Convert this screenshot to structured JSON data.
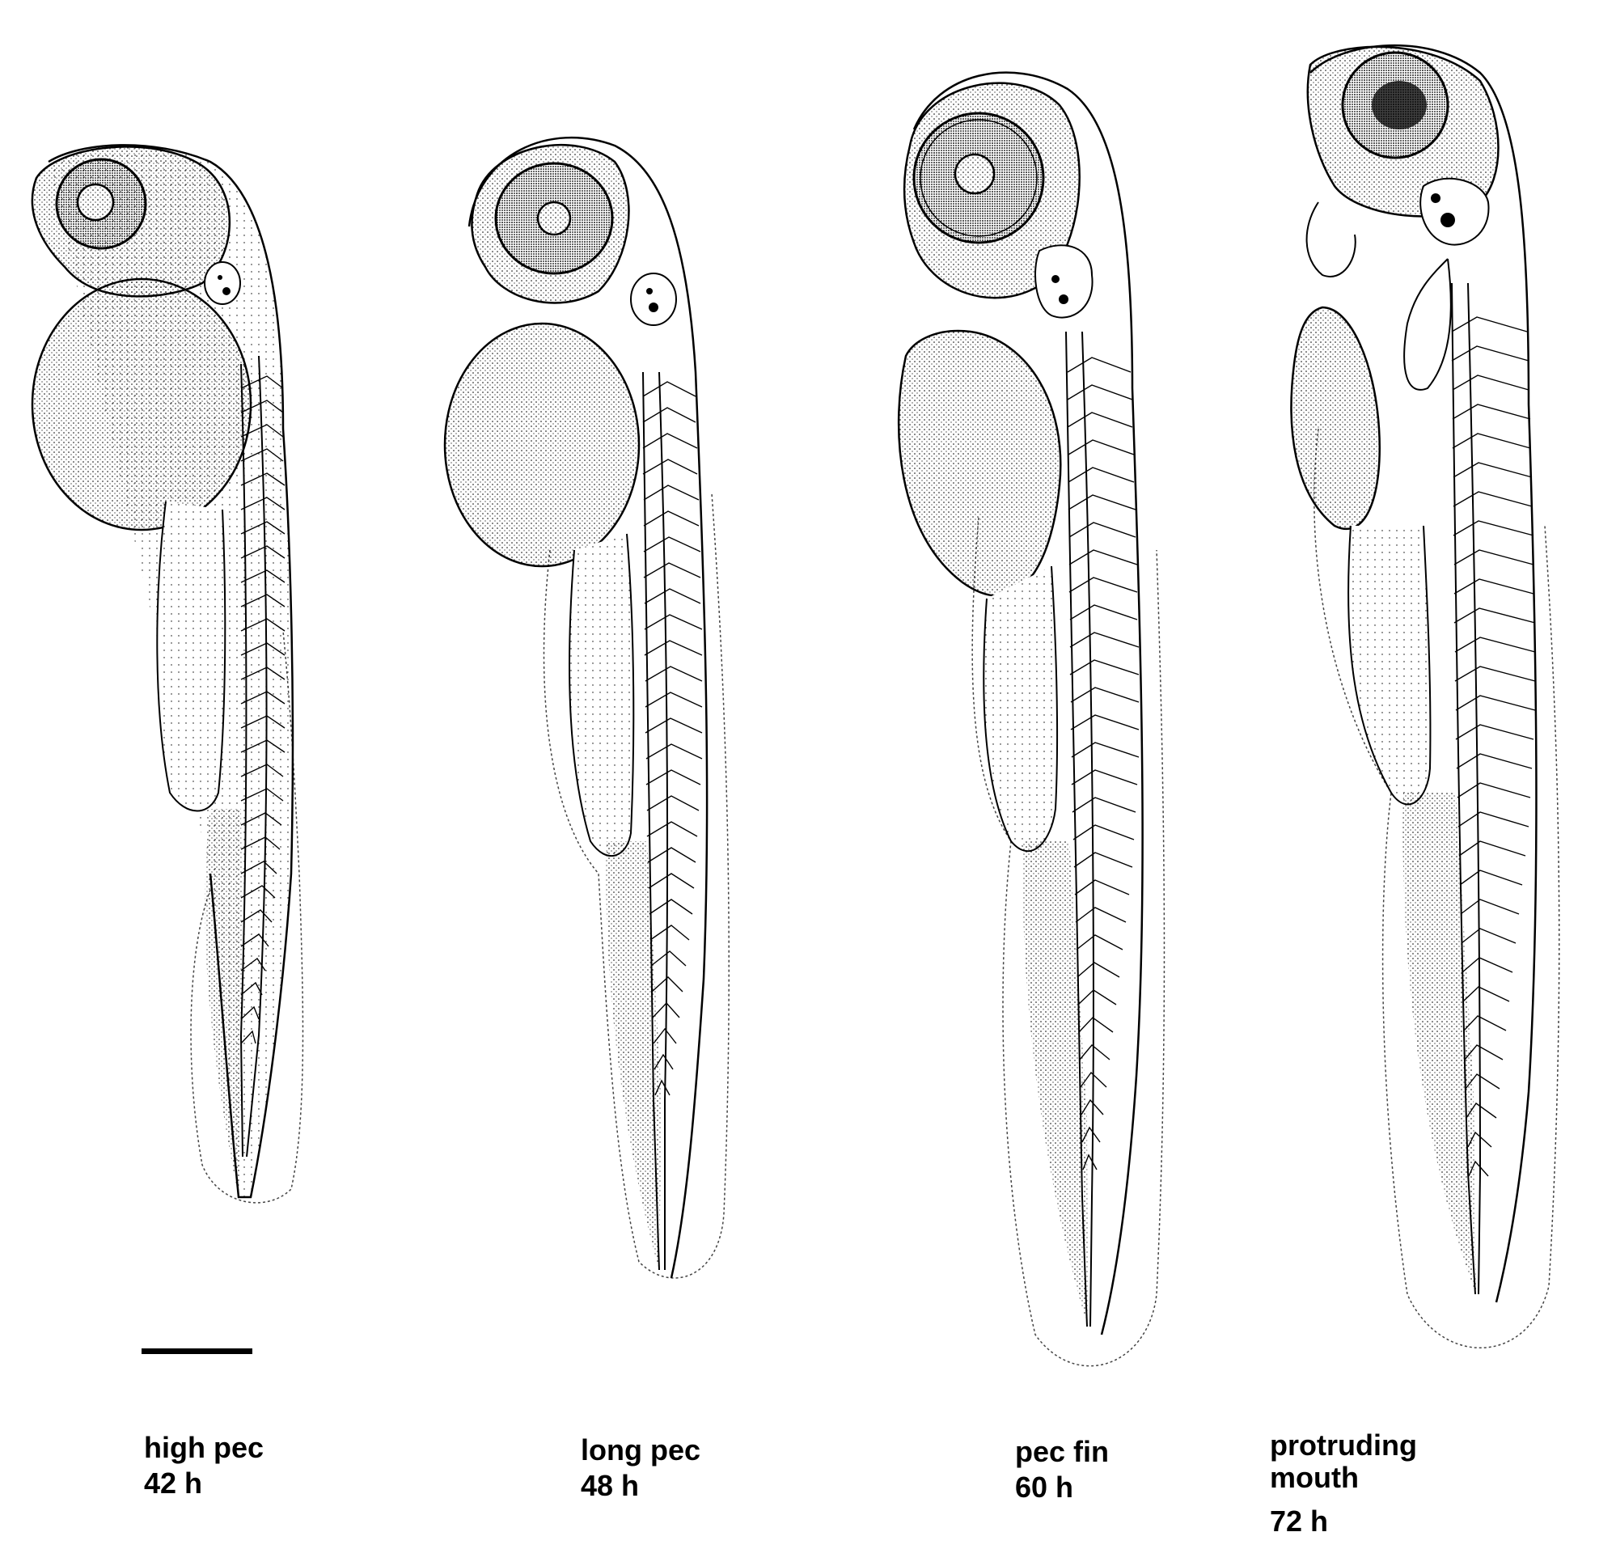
{
  "figure": {
    "panels": [
      {
        "stage": "high pec",
        "stage_lines": [
          "high pec"
        ],
        "time": "42 h"
      },
      {
        "stage": "long pec",
        "stage_lines": [
          "long pec"
        ],
        "time": "48 h"
      },
      {
        "stage": "pec fin",
        "stage_lines": [
          "pec fin"
        ],
        "time": "60 h"
      },
      {
        "stage": "protruding mouth",
        "stage_lines": [
          "protruding",
          "mouth"
        ],
        "time": "72 h"
      }
    ],
    "scale_bar": {
      "present": true
    }
  }
}
